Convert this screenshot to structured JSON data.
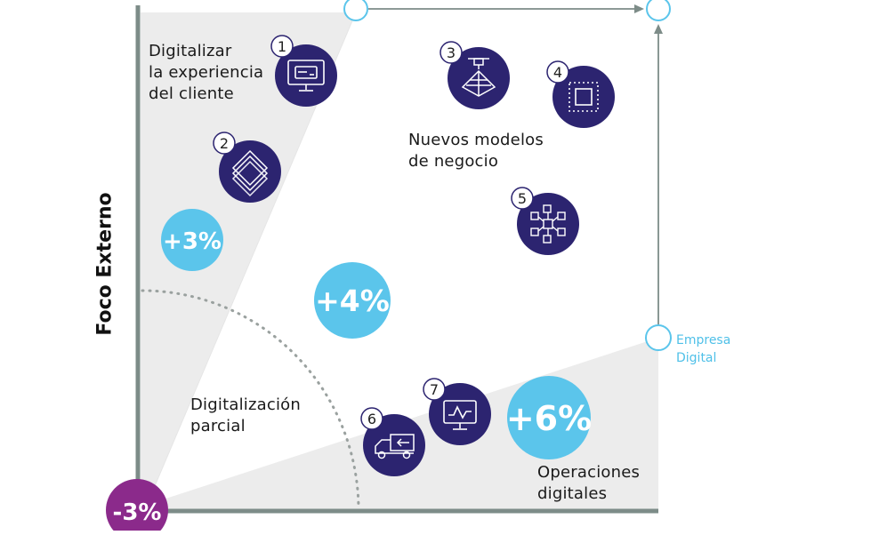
{
  "axis": {
    "y_label": "Foco Externo"
  },
  "quadrants": {
    "top_left": "Digitalizar\nla experiencia\ndel cliente",
    "center": "Nuevos modelos\nde negocio",
    "bottom_left": "Digitalización\nparcial",
    "bottom_right": "Operaciones\ndigitales"
  },
  "endpoint_label": "Empresa\nDigital",
  "badges": [
    {
      "text": "+3%",
      "color": "#5bc5eb"
    },
    {
      "text": "+4%",
      "color": "#5bc5eb"
    },
    {
      "text": "+6%",
      "color": "#5bc5eb"
    },
    {
      "text": "-3%",
      "color": "#8b2a8b"
    }
  ],
  "markers": [
    {
      "number": "1",
      "icon": "card-screen-icon"
    },
    {
      "number": "2",
      "icon": "layers-icon"
    },
    {
      "number": "3",
      "icon": "3d-printer-icon"
    },
    {
      "number": "4",
      "icon": "virtual-square-icon"
    },
    {
      "number": "5",
      "icon": "network-cubes-icon"
    },
    {
      "number": "6",
      "icon": "delivery-truck-icon"
    },
    {
      "number": "7",
      "icon": "analytics-monitor-icon"
    }
  ],
  "colors": {
    "navy": "#2c2470",
    "cyan": "#5bc5eb",
    "purple": "#8b2a8b",
    "gray_band": "#ececec",
    "axis": "#7d8c88"
  }
}
